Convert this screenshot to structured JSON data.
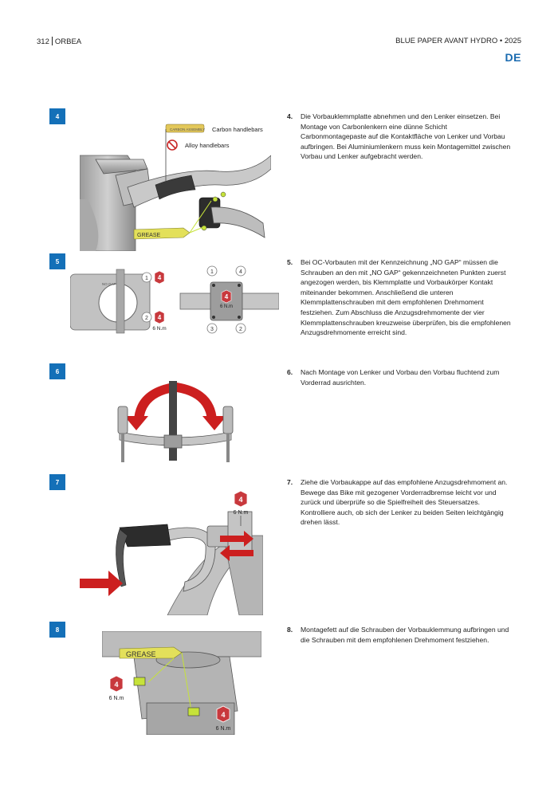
{
  "header": {
    "page_number": "312",
    "brand": "ORBEA",
    "doc_title": "BLUE PAPER AVANT HYDRO • 2025",
    "language": "DE"
  },
  "steps": [
    {
      "badge": "4",
      "number": "4.",
      "text": "Die Vorbauklemmplatte abnehmen und den Lenker einsetzen. Bei Montage von Carbonlenkern eine dünne Schicht Carbonmontagepaste auf die Kontaktfläche von Lenker und Vorbau aufbringen. Bei Aluminiumlenkern muss kein Montagemittel zwischen Vorbau und Lenker aufgebracht werden.",
      "labels": {
        "carbon": "Carbon handlebars",
        "alloy": "Alloy handlebars",
        "grease": "GREASE",
        "tube": "CARBON ASSEMBLY"
      }
    },
    {
      "badge": "5",
      "number": "5.",
      "text": "Bei OC-Vorbauten mit der Kennzeichnung „NO GAP“ müssen die Schrauben an den mit „NO GAP“ gekennzeichneten Punkten zuerst angezogen werden, bis Klemmplatte und Vorbaukörper Kontakt miteinander bekommen. Anschließend die unteren Klemmplattenschrauben mit dem empfohlenen Drehmoment festziehen. Zum Abschluss die Anzugsdrehmomente der vier Klemmplattenschrauben kreuzweise überprüfen, bis die empfohlenen Anzugsdrehmomente erreicht sind.",
      "labels": {
        "torque_value": "4",
        "torque_unit": "6 N.m",
        "bolt1": "1",
        "bolt2": "2",
        "bolt3": "3",
        "bolt4": "4",
        "nogap": "NO GAP"
      }
    },
    {
      "badge": "6",
      "number": "6.",
      "text": "Nach Montage von Lenker und Vorbau den Vorbau fluchtend zum Vorderrad ausrichten."
    },
    {
      "badge": "7",
      "number": "7.",
      "text": "Ziehe die Vorbaukappe auf das empfohlene Anzugsdrehmoment an. Bewege das Bike mit gezogener Vorderradbremse leicht vor und zurück und überprüfe so die Spielfreiheit des Steuersatzes. Kontrolliere auch, ob sich der Lenker zu beiden Seiten leichtgängig drehen lässt.",
      "labels": {
        "torque_value": "4",
        "torque_unit": "6 N.m"
      }
    },
    {
      "badge": "8",
      "number": "8.",
      "text": "Montagefett auf die Schrauben der Vorbauklemmung aufbringen und die Schrauben mit dem empfohlenen Drehmoment festziehen.",
      "labels": {
        "grease": "GREASE",
        "torque_value": "4",
        "torque_unit": "6 N.m"
      }
    }
  ],
  "colors": {
    "accent_blue": "#1470b8",
    "arrow_red": "#cc1f1f",
    "grease_yellow": "#e3e05a",
    "torque_red": "#c8393d"
  }
}
